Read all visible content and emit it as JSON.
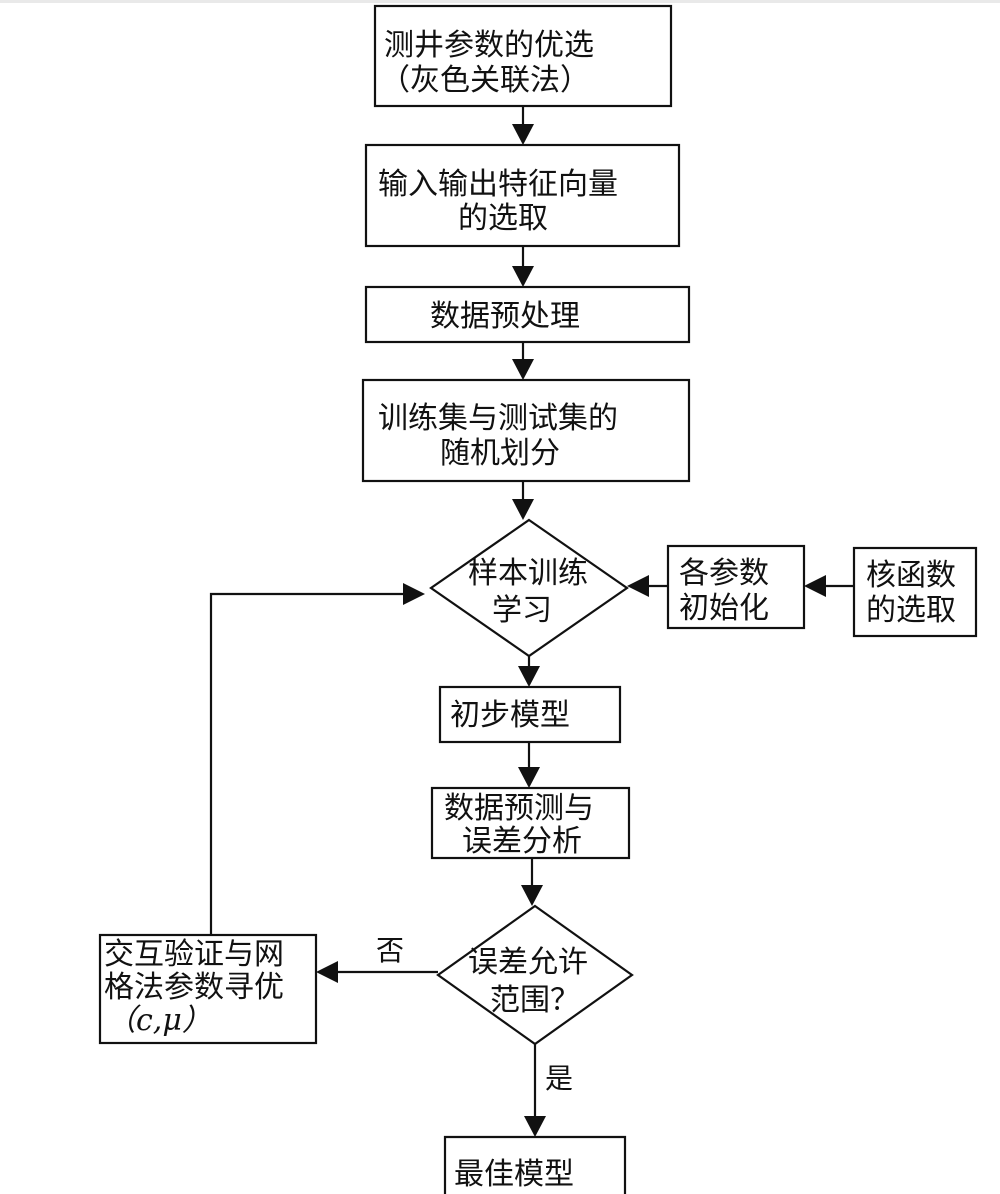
{
  "nodes": {
    "grey_relation": {
      "line1": "测井参数的优选",
      "line2": "（灰色关联法）"
    },
    "feature_vector": {
      "line1": "输入输出特征向量",
      "line2": "的选取"
    },
    "preprocess": {
      "line1": "数据预处理"
    },
    "split": {
      "line1": "训练集与测试集的",
      "line2": "随机划分"
    },
    "train": {
      "line1": "样本训练",
      "line2": "学习"
    },
    "param_init": {
      "line1": "各参数",
      "line2": "初始化"
    },
    "kernel": {
      "line1": "核函数",
      "line2": "的选取"
    },
    "initial_model": {
      "line1": "初步模型"
    },
    "predict": {
      "line1": "数据预测与",
      "line2": "误差分析"
    },
    "error_check": {
      "line1": "误差允许",
      "line2": "范围？"
    },
    "cross_validation": {
      "line1": "交互验证与网",
      "line2": "格法参数寻优",
      "line3": "（c,μ）"
    },
    "best_model": {
      "line1": "最佳模型"
    }
  },
  "edge_labels": {
    "no": "否",
    "yes": "是"
  }
}
